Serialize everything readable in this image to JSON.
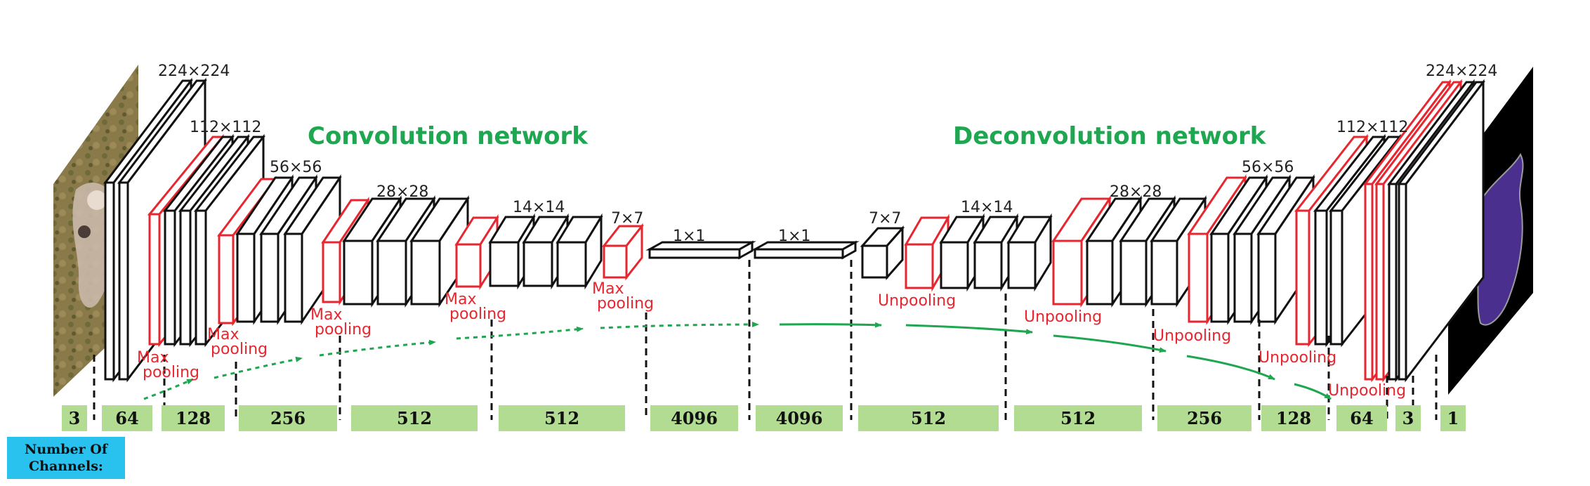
{
  "titles": {
    "conv": "Convolution network",
    "deconv": "Deconvolution network"
  },
  "dims": [
    "224×224",
    "112×112",
    "56×56",
    "28×28",
    "14×14",
    "7×7",
    "1×1",
    "1×1",
    "7×7",
    "14×14",
    "28×28",
    "56×56",
    "112×112",
    "224×224"
  ],
  "ops": [
    [
      "Max",
      "pooling"
    ],
    [
      "Max",
      "pooling"
    ],
    [
      "Max",
      "pooling"
    ],
    [
      "Max",
      "pooling"
    ],
    [
      "Max",
      "pooling"
    ],
    [
      "Unpooling"
    ],
    [
      "Unpooling"
    ],
    [
      "Unpooling"
    ],
    [
      "Unpooling"
    ],
    [
      "Unpooling"
    ]
  ],
  "channels": [
    "3",
    "64",
    "128",
    "256",
    "512",
    "512",
    "4096",
    "4096",
    "512",
    "512",
    "256",
    "128",
    "64",
    "3",
    "1"
  ],
  "legend": {
    "label_line1": "Number Of",
    "label_line2": "Channels:"
  },
  "colors": {
    "title": "#1fa650",
    "pool": "#e8262f",
    "channel_fill": "#b1dc91",
    "legend_fill": "#29c2ef",
    "arrow": "#1fa650"
  }
}
